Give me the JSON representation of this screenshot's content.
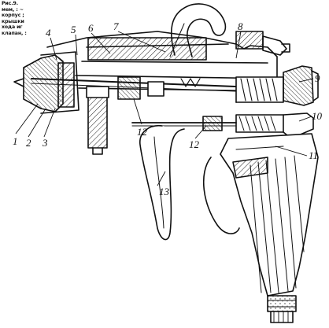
{
  "caption": {
    "lines": [
      "Рис.9.",
      "мем, : ~",
      "корпус ;",
      "крышки",
      "хода иг",
      "клапан, :"
    ]
  },
  "callouts": [
    "1",
    "2",
    "3",
    "4",
    "5",
    "6",
    "7",
    "8",
    "9",
    "10",
    "11",
    "12",
    "12",
    "13"
  ]
}
